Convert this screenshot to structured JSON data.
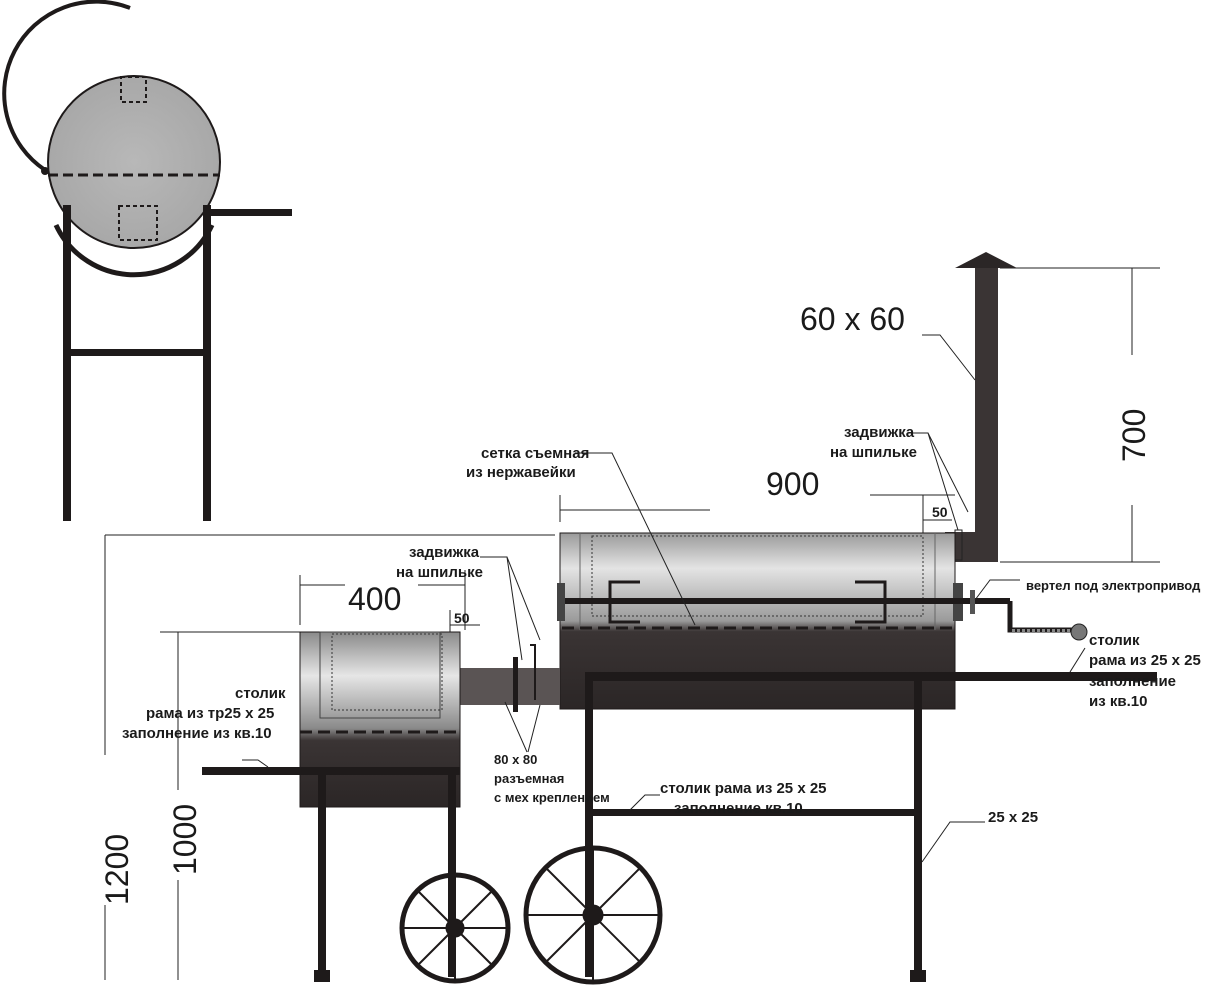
{
  "colors": {
    "steel_dark": "#2b2626",
    "steel_light": "#d8d8d8",
    "line": "#1e1a1a"
  },
  "dimensions": {
    "chimney_section": "60 x 60",
    "chimney_height": "700",
    "chamber_length": "900",
    "chamber_offset": "50",
    "firebox_length": "400",
    "firebox_offset": "50",
    "total_height": "1200",
    "firebox_height": "1000"
  },
  "labels": {
    "grate": [
      "сетка съемная",
      "из нержавейки"
    ],
    "damper_main": [
      "задвижка",
      "на шпильке"
    ],
    "damper_firebox": [
      "задвижка",
      "на шпильке"
    ],
    "spit": "вертел  под электропривод",
    "table_right": [
      "столик",
      "рама из 25 x 25",
      "заполнение",
      "из кв.10"
    ],
    "table_left": [
      "столик",
      "рама из тр25 x 25",
      "заполнение из кв.10"
    ],
    "connector": [
      "80 x 80",
      "разъемная",
      "с мех креплением"
    ],
    "shelf_bottom": [
      "столик рама из 25 x 25",
      "заполнение кв.10"
    ],
    "leg_profile": "25 x 25"
  }
}
